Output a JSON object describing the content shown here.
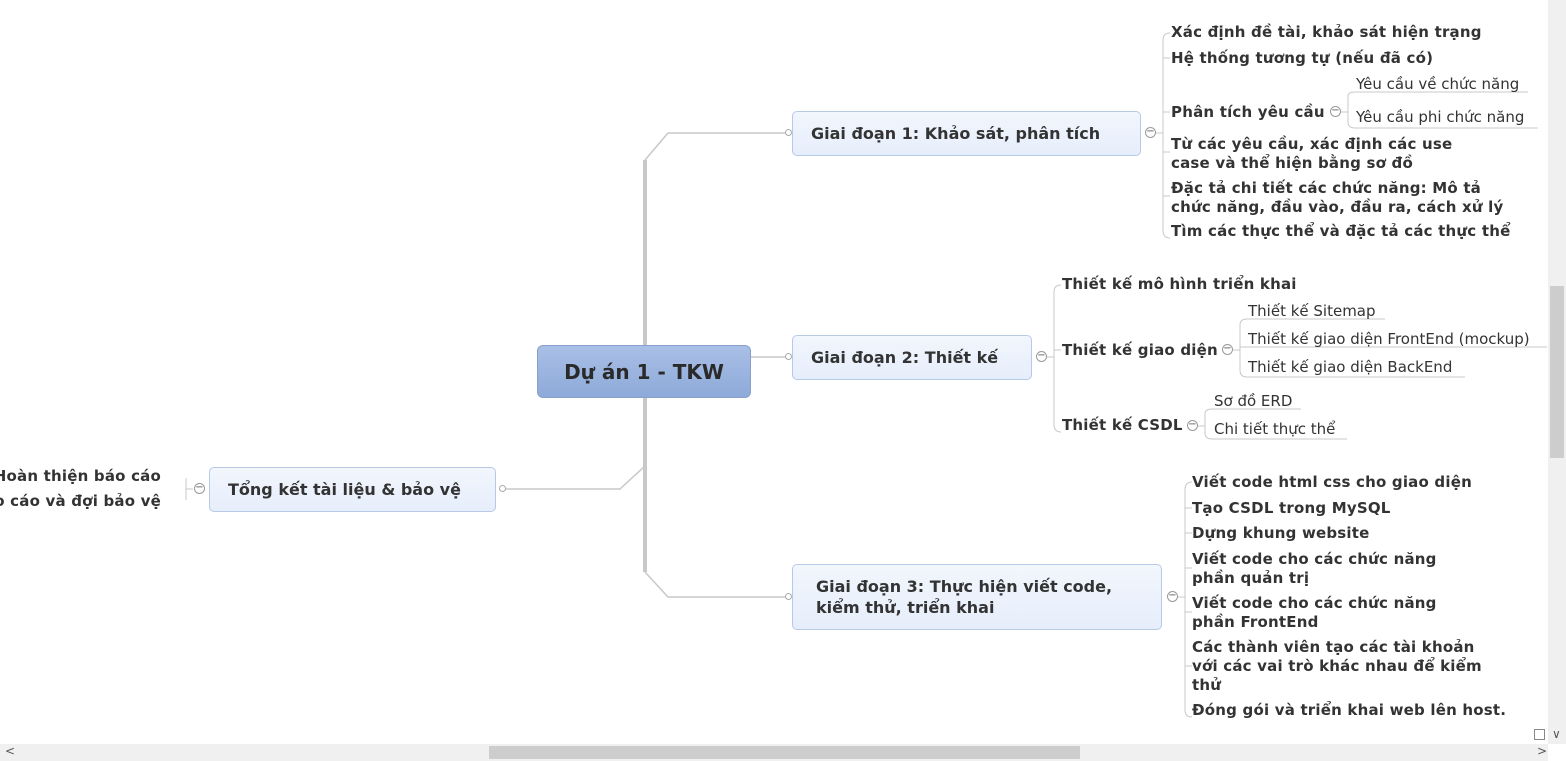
{
  "root": {
    "label": "Dự án 1 - TKW"
  },
  "stage1": {
    "label": "Giai đoạn 1: Khảo sát, phân tích",
    "items": {
      "a": "Xác định đề tài, khảo sát hiện trạng",
      "b": "Hệ thống tương tự (nếu đã có)",
      "c": "Phân tích yêu cầu",
      "c1": "Yêu cầu về chức năng",
      "c2": "Yêu cầu phi chức năng",
      "d1": "Từ các yêu cầu, xác định các use",
      "d2": "case và thể hiện bằng sơ đồ",
      "e1": "Đặc tả chi tiết các chức năng: Mô tả",
      "e2": "chức năng, đầu vào, đầu ra, cách xử lý",
      "f": "Tìm các thực thể và đặc tả các thực thể"
    }
  },
  "stage2": {
    "label": "Giai đoạn 2: Thiết kế",
    "items": {
      "a": "Thiết kế mô hình triển khai",
      "b": "Thiết kế giao diện",
      "b1": "Thiết kế Sitemap",
      "b2": "Thiết kế giao diện FrontEnd (mockup)",
      "b3": "Thiết kế giao diện BackEnd",
      "c": "Thiết kế CSDL",
      "c1": "Sơ đồ ERD",
      "c2": "Chi tiết thực thể"
    }
  },
  "stage3": {
    "label1": "Giai đoạn 3: Thực hiện viết code,",
    "label2": "kiểm thử, triển khai",
    "items": {
      "a": "Viết code html css cho giao diện",
      "b": "Tạo CSDL trong MySQL",
      "c": "Dựng khung website",
      "d1": "Viết code cho các chức năng",
      "d2": "phần quản trị",
      "e1": "Viết code cho các chức năng",
      "e2": "phần FrontEnd",
      "f1": "Các thành viên tạo các tài khoản",
      "f2": "với các vai trò khác nhau để kiểm",
      "f3": "thử",
      "g": "Đóng gói và triển khai web lên host."
    }
  },
  "summary": {
    "label": "Tổng kết tài liệu & bảo vệ",
    "items": {
      "a": "Hoàn thiện báo cáo",
      "b": "báo cáo và đợi bảo vệ"
    }
  },
  "collapse_glyph": "−",
  "scroll": {
    "left_arrow": "<",
    "right_arrow": ">",
    "down_arrow": "∨"
  }
}
